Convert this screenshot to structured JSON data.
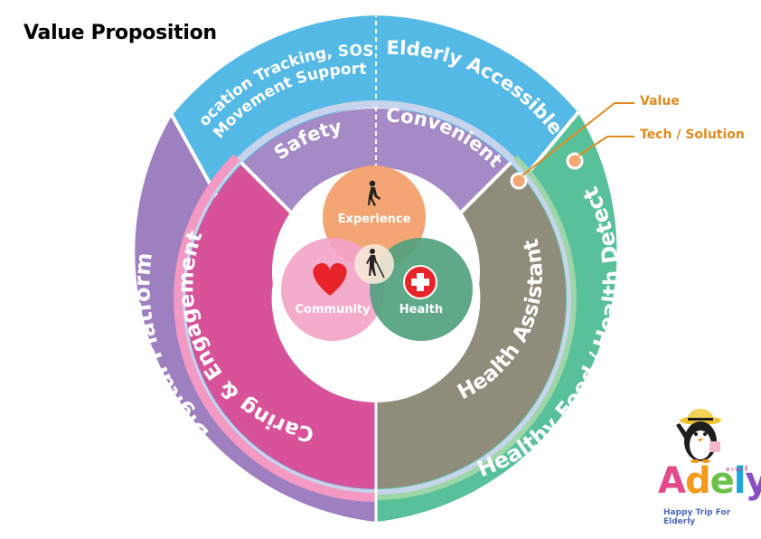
{
  "title": "Value Proposition",
  "outer_ring": {
    "top_left": "Location Tracking, SOS,",
    "top_left_2": "Movement Support",
    "top_right": "Elderly Accessible",
    "right": "Healthy Food / Health Detect",
    "left": "Digital Platform"
  },
  "inner_ring": {
    "top_left": "Safety",
    "top_right": "Convenient",
    "right": "Health Assistant",
    "left": "Caring & Engagement"
  },
  "center": {
    "experience": "Experience",
    "community": "Community",
    "health": "Health"
  },
  "legend": {
    "value": "Value",
    "tech": "Tech / Solution"
  },
  "logo": {
    "word": [
      "A",
      "d",
      "e",
      "l",
      "y"
    ],
    "tagline": "Happy Trip For Elderly",
    "thai": "ฮา-เด-ลี่"
  },
  "colors": {
    "blue": "#55b9e6",
    "purple": "#9e7fc0",
    "green": "#58c19a",
    "light_purple": "#a58bc6",
    "pink": "#d8529a",
    "olive": "#8f8c7b",
    "orange_circle": "#f3a573",
    "pink_circle": "#f3a3c8",
    "green_circle": "#4ea07c",
    "legend": "#e08a1e"
  }
}
